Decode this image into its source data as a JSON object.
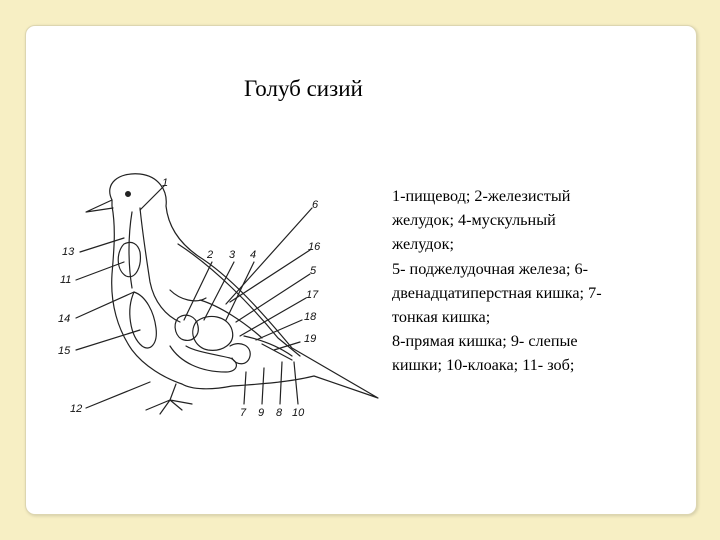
{
  "title": "Голуб сизий",
  "legend_lines": [
    "1-пищевод; 2-железистый",
    "желудок; 4-мускульный",
    "желудок;",
    "5- поджелудочная железа; 6-",
    "двенадцатиперстная кишка; 7-",
    "тонкая кишка;",
    "8-прямая кишка; 9- слепые",
    "кишки; 10-клоака; 11- зоб;"
  ],
  "diagram_labels": {
    "n1": "1",
    "n2": "2",
    "n3": "3",
    "n4": "4",
    "n5": "5",
    "n6": "6",
    "n7": "7",
    "n8": "8",
    "n9": "9",
    "n10": "10",
    "n11": "11",
    "n12": "12",
    "n13": "13",
    "n14": "14",
    "n15": "15",
    "n16": "16",
    "n17": "17",
    "n18": "18",
    "n19": "19"
  },
  "colors": {
    "background": "#f7efc4",
    "card": "#ffffff",
    "ink": "#222222"
  }
}
